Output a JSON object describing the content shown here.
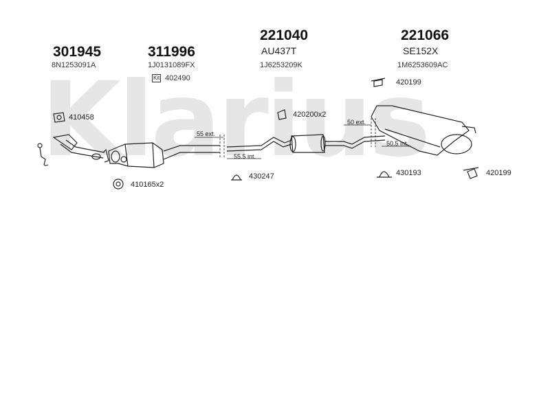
{
  "watermark": "Klarius",
  "parts": [
    {
      "number": "301945",
      "ref": "8N1253091A"
    },
    {
      "number": "311996",
      "ref": "1J0131089FX",
      "kit_tag": "Kit",
      "kit_number": "402490"
    },
    {
      "number": "221040",
      "code": "AU437T",
      "ref": "1J6253209K"
    },
    {
      "number": "221066",
      "code": "SE152X",
      "ref": "1M6253609AC"
    }
  ],
  "fittings": [
    {
      "label": "410458"
    },
    {
      "label": "410165x2"
    },
    {
      "label": "430247"
    },
    {
      "label": "420200x2"
    },
    {
      "label": "420199"
    },
    {
      "label": "430193"
    },
    {
      "label": "420199"
    }
  ],
  "measurements": [
    {
      "label": "55 ext."
    },
    {
      "label": "55.5 int."
    },
    {
      "label": "50 ext."
    },
    {
      "label": "50.5 int."
    }
  ],
  "colors": {
    "line": "#222222",
    "watermark": "#e6e6e6"
  }
}
